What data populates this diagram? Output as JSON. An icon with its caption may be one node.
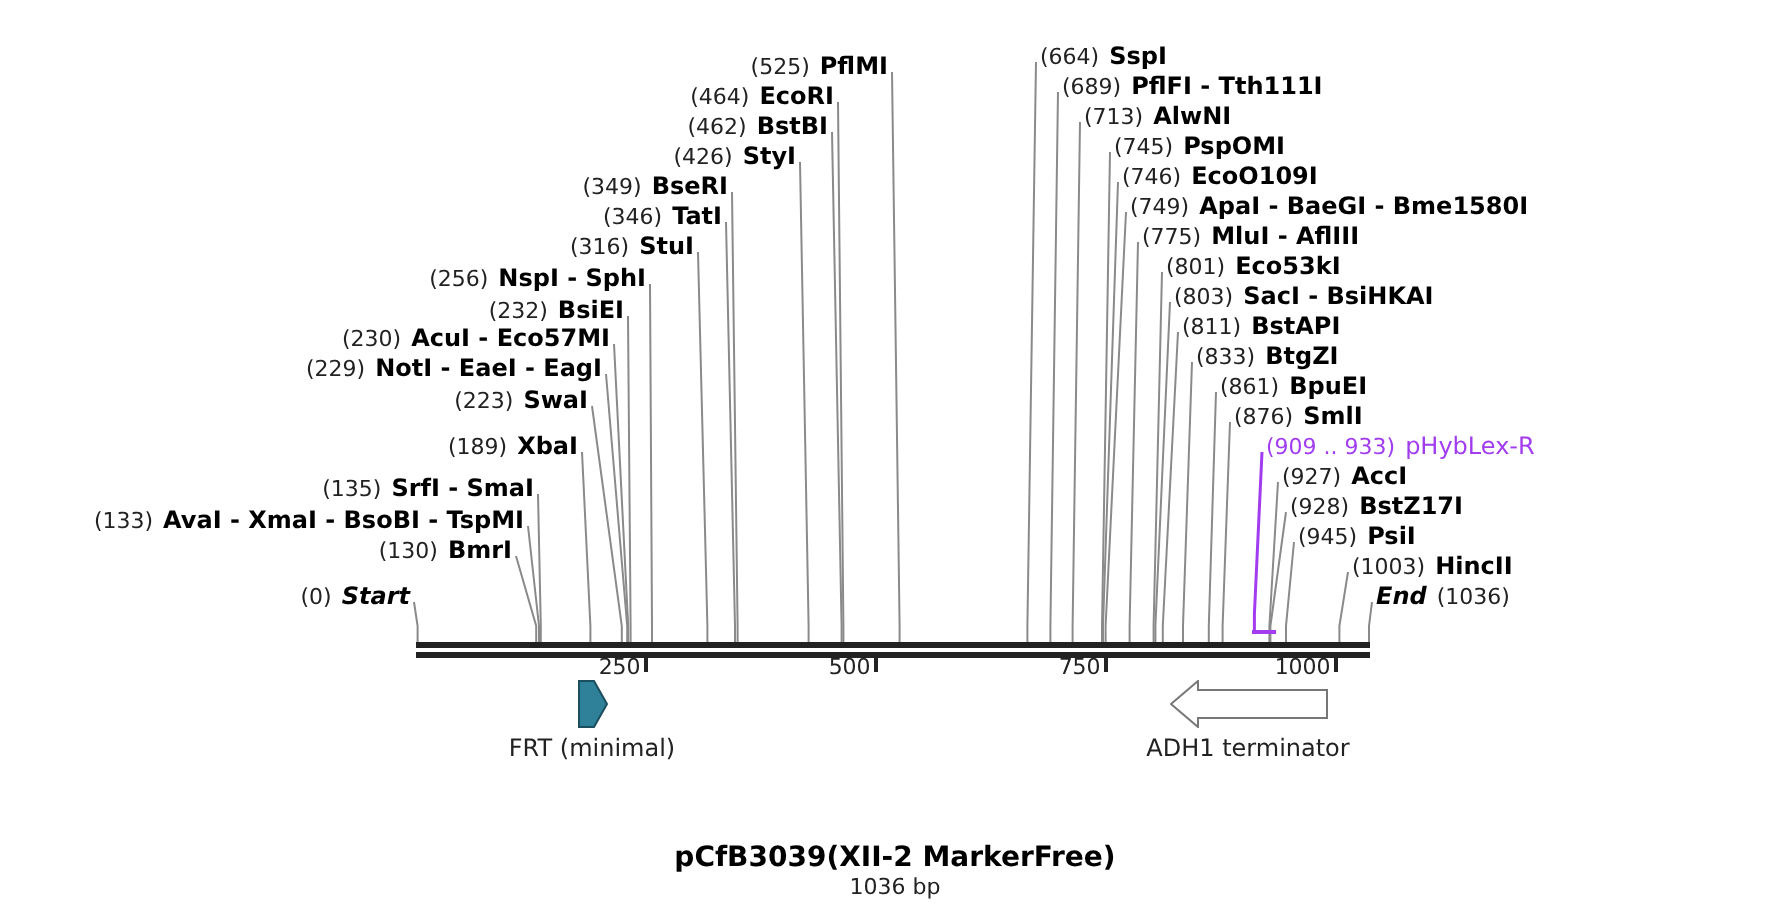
{
  "diagram": {
    "title": "pCfB3039(XII-2 MarkerFree)",
    "caption": "1036 bp",
    "nodes": [
      {
        "text": [
          "(803)",
          "SacI - BsiHKAI"
        ]
      },
      {
        "text": [
          "(801)",
          "Eco53kI"
        ]
      },
      {
        "text": [
          "(775)",
          "MluI - AflIII"
        ]
      },
      {
        "text": [
          "(749)",
          "ApaI - BaeGI - Bme1580I"
        ]
      },
      {
        "text": [
          "(746)",
          "EcoO109I"
        ]
      },
      {
        "text": [
          "(316)",
          "StuI"
        ]
      },
      {
        "text": [
          "(745)",
          "PspOMI"
        ]
      },
      {
        "text": [
          "(713)",
          "AlwNI"
        ]
      },
      {
        "text": [
          "(256)",
          "NspI - SphI"
        ]
      },
      {
        "text": [
          "(232)",
          "BsiEI"
        ]
      },
      {
        "text": [
          "(1003)",
          "HincII"
        ]
      },
      {
        "text": [
          "(689)",
          "PflFI - Tth111I"
        ]
      },
      {
        "text": [
          "(230)",
          "AcuI - Eco57MI"
        ]
      },
      {
        "text": [
          "(664)",
          "SspI"
        ]
      },
      {
        "text": [
          "(945)",
          "PsiI"
        ]
      },
      {
        "text": [
          "(229)",
          "NotI - EaeI - EagI"
        ]
      },
      {
        "text": [
          "(928)",
          "BstZ17I"
        ]
      },
      {
        "text": [
          "(223)",
          "SwaI"
        ]
      },
      {
        "text": [
          "(525)",
          "PflMI"
        ]
      },
      {
        "text": [
          "(927)",
          "AccI"
        ]
      },
      {
        "text": [
          "(189)",
          "XbaI"
        ]
      },
      {
        "text": [
          "(464)",
          "EcoRI"
        ]
      },
      {
        "text": [
          "(909 .. 933)",
          "pHybLex-R"
        ]
      },
      {
        "text": [
          "(462)",
          "BstBI"
        ]
      },
      {
        "text": [
          "(135)",
          "SrfI - SmaI"
        ]
      },
      {
        "text": [
          "(876)",
          "SmlI"
        ]
      },
      {
        "text": [
          "(133)",
          "AvaI - XmaI - BsoBI - TspMI"
        ]
      },
      {
        "text": [
          "(426)",
          "StyI"
        ]
      },
      {
        "text": [
          "(861)",
          "BpuEI"
        ]
      },
      {
        "text": [
          "(130)",
          "BmrI"
        ]
      },
      {
        "text": [
          "(349)",
          "BseRI"
        ]
      },
      {
        "text": [
          "(833)",
          "BtgZI"
        ]
      },
      {
        "text": [
          "(0)",
          "Start"
        ]
      },
      {
        "text": [
          "(346)",
          "TatI"
        ]
      },
      {
        "text": [
          "(811)",
          "BstAPI"
        ]
      },
      {
        "text": [
          "End",
          "(1036)"
        ]
      },
      {
        "text": [],
        "shape": "bar"
      },
      {
        "text": [],
        "shape": "bar"
      },
      {
        "text": [
          "FRT (minimal)"
        ]
      },
      {
        "text": [
          "ADH1 terminator"
        ]
      }
    ],
    "edges": [
      {
        "from": 0,
        "to": 37,
        "arrow": "none"
      },
      {
        "from": 1,
        "to": 37,
        "arrow": "none"
      },
      {
        "from": 2,
        "to": 37,
        "arrow": "none"
      },
      {
        "from": 3,
        "to": 37,
        "arrow": "none"
      },
      {
        "from": 4,
        "to": 37,
        "arrow": "none"
      },
      {
        "from": 5,
        "to": 37,
        "arrow": "none"
      },
      {
        "from": 6,
        "to": 37,
        "arrow": "none"
      },
      {
        "from": 7,
        "to": 37,
        "arrow": "none"
      },
      {
        "from": 8,
        "to": 37,
        "arrow": "none"
      },
      {
        "from": 9,
        "to": 37,
        "arrow": "none"
      },
      {
        "from": 10,
        "to": 37,
        "arrow": "none"
      },
      {
        "from": 11,
        "to": 37,
        "arrow": "none"
      },
      {
        "from": 12,
        "to": 37,
        "arrow": "none"
      },
      {
        "from": 13,
        "to": 37,
        "arrow": "none"
      },
      {
        "from": 14,
        "to": 37,
        "arrow": "none"
      },
      {
        "from": 15,
        "to": 37,
        "arrow": "none"
      },
      {
        "from": 16,
        "to": 37,
        "arrow": "none"
      },
      {
        "from": 17,
        "to": 37,
        "arrow": "none"
      },
      {
        "from": 18,
        "to": 37,
        "arrow": "none"
      },
      {
        "from": 19,
        "to": 37,
        "arrow": "none"
      },
      {
        "from": 20,
        "to": 37,
        "arrow": "none"
      },
      {
        "from": 21,
        "to": 37,
        "arrow": "none"
      },
      {
        "from": 22,
        "to": 36,
        "arrow": "none",
        "color": "#a23cf0"
      },
      {
        "from": 23,
        "to": 37,
        "arrow": "none"
      },
      {
        "from": 24,
        "to": 37,
        "arrow": "none"
      },
      {
        "from": 25,
        "to": 37,
        "arrow": "none"
      },
      {
        "from": 26,
        "to": 37,
        "arrow": "none"
      },
      {
        "from": 27,
        "to": 37,
        "arrow": "none"
      },
      {
        "from": 28,
        "to": 37,
        "arrow": "none"
      },
      {
        "from": 29,
        "to": 37,
        "arrow": "none"
      },
      {
        "from": 30,
        "to": 37,
        "arrow": "none"
      },
      {
        "from": 31,
        "to": 37,
        "arrow": "none"
      },
      {
        "from": 32,
        "to": 37,
        "arrow": "none"
      },
      {
        "from": 33,
        "to": 37,
        "arrow": "none"
      },
      {
        "from": 34,
        "to": 37,
        "arrow": "none"
      },
      {
        "from": 35,
        "to": 37,
        "arrow": "none"
      }
    ],
    "labels": [
      "250",
      "500",
      "750",
      "1000"
    ]
  }
}
